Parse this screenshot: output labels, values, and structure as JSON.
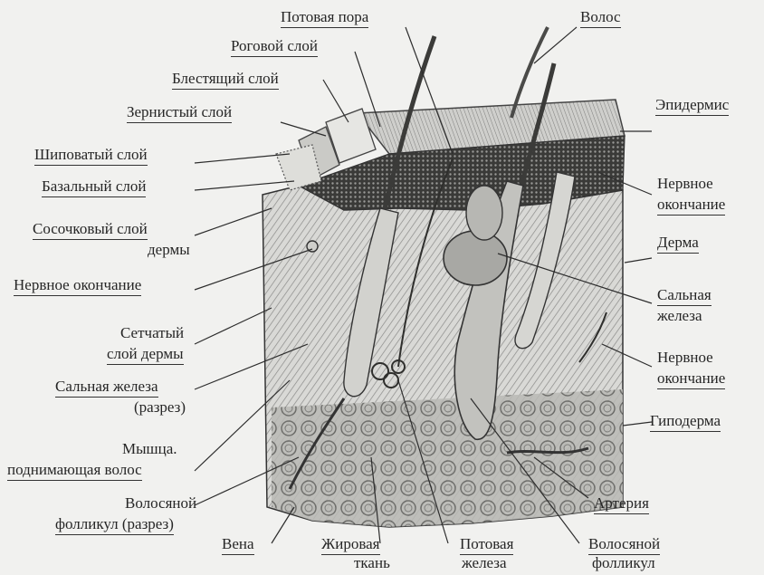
{
  "labels": {
    "sweat_pore": "Потовая пора",
    "hair": "Волос",
    "stratum_corneum": "Роговой слой",
    "stratum_lucidum": "Блестящий слой",
    "epidermis": "Эпидермис",
    "stratum_granulosum": "Зернистый слой",
    "stratum_spinosum": "Шиповатый слой",
    "nerve_ending_right_1_line1": "Нервное",
    "nerve_ending_right_1_line2": "окончание",
    "stratum_basale": "Базальный слой",
    "papillary_line1": "Сосочковый слой",
    "papillary_line2": "дермы",
    "dermis": "Дерма",
    "nerve_ending_left": "Нервное окончание",
    "sebaceous_right_line1": "Сальная",
    "sebaceous_right_line2": "железа",
    "reticular_line1": "Сетчатый",
    "reticular_line2": "слой дермы",
    "nerve_ending_right_2_line1": "Нервное",
    "nerve_ending_right_2_line2": "окончание",
    "sebaceous_section_line1": "Сальная железа",
    "sebaceous_section_line2": "(разрез)",
    "hypodermis": "Гиподерма",
    "muscle_line1": "Мышца.",
    "muscle_line2": "поднимающая волос",
    "follicle_section_line1": "Волосяной",
    "follicle_section_line2": "фолликул (разрез)",
    "artery": "Артерия",
    "vein": "Вена",
    "fat_line1": "Жировая",
    "fat_line2": "ткань",
    "sweat_gland_line1": "Потовая",
    "sweat_gland_line2": "железа",
    "follicle_line1": "Волосяной",
    "follicle_line2": "фолликул"
  }
}
